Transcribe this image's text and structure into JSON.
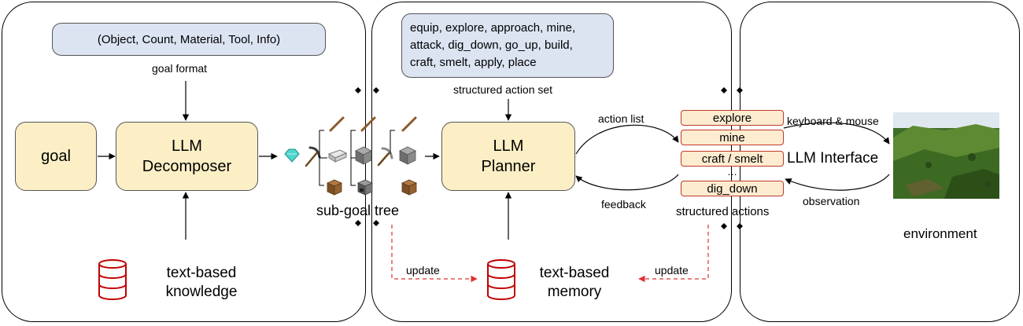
{
  "goal_format_box": "(Object, Count, Material, Tool, Info)",
  "goal_format_label": "goal format",
  "goal_box": "goal",
  "decomposer_line1": "LLM",
  "decomposer_line2": "Decomposer",
  "knowledge_line1": "text-based",
  "knowledge_line2": "knowledge",
  "subgoal_tree_label": "sub-goal tree",
  "action_set_lines": [
    "equip, explore, approach, mine,",
    "attack, dig_down, go_up, build,",
    "craft, smelt, apply, place"
  ],
  "action_set_label": "structured action set",
  "planner_line1": "LLM",
  "planner_line2": "Planner",
  "memory_line1": "text-based",
  "memory_line2": "memory",
  "update_label_left": "update",
  "update_label_right": "update",
  "action_list_label": "action list",
  "feedback_label": "feedback",
  "actions": [
    "explore",
    "mine",
    "craft / smelt",
    "dig_down"
  ],
  "actions_ellipsis": "…",
  "structured_actions_label": "structured actions",
  "keyboard_mouse_label": "keyboard & mouse",
  "interface_label": "LLM Interface",
  "observation_label": "observation",
  "environment_label": "environment",
  "colors": {
    "yellow_fill": "#fcefc6",
    "blue_fill": "#dce4f2",
    "action_fill": "#fdecd0",
    "action_border": "#c0392b",
    "database_red": "#c00000",
    "update_arrow": "#e03030"
  },
  "icons": [
    "diamond-icon",
    "pickaxe-icon",
    "stick-icon",
    "iron-ingot-icon",
    "stone-icon",
    "crafting-table-icon",
    "furnace-icon",
    "database-icon",
    "landscape-image"
  ]
}
